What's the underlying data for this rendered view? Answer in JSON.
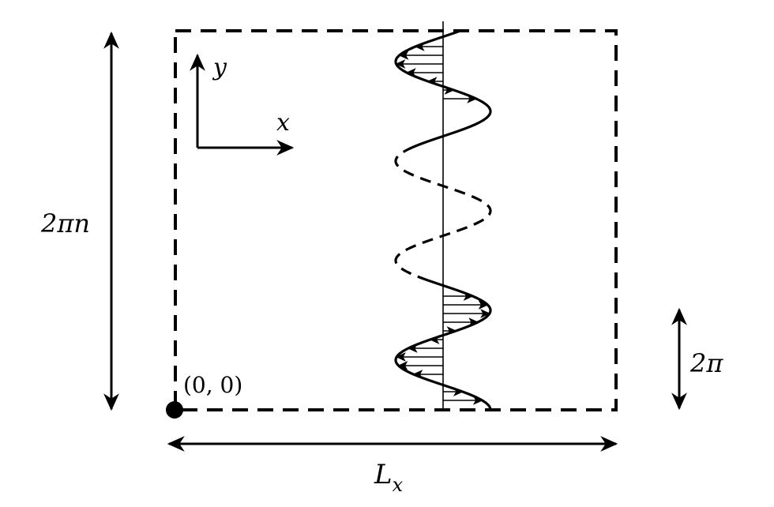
{
  "labels": {
    "x_axis": "x",
    "y_axis": "y",
    "height": "2πn",
    "period": "2π",
    "width_main": "L",
    "width_sub": "x",
    "origin": "(0, 0)"
  },
  "colors": {
    "ink": "#000000",
    "background": "#ffffff"
  }
}
